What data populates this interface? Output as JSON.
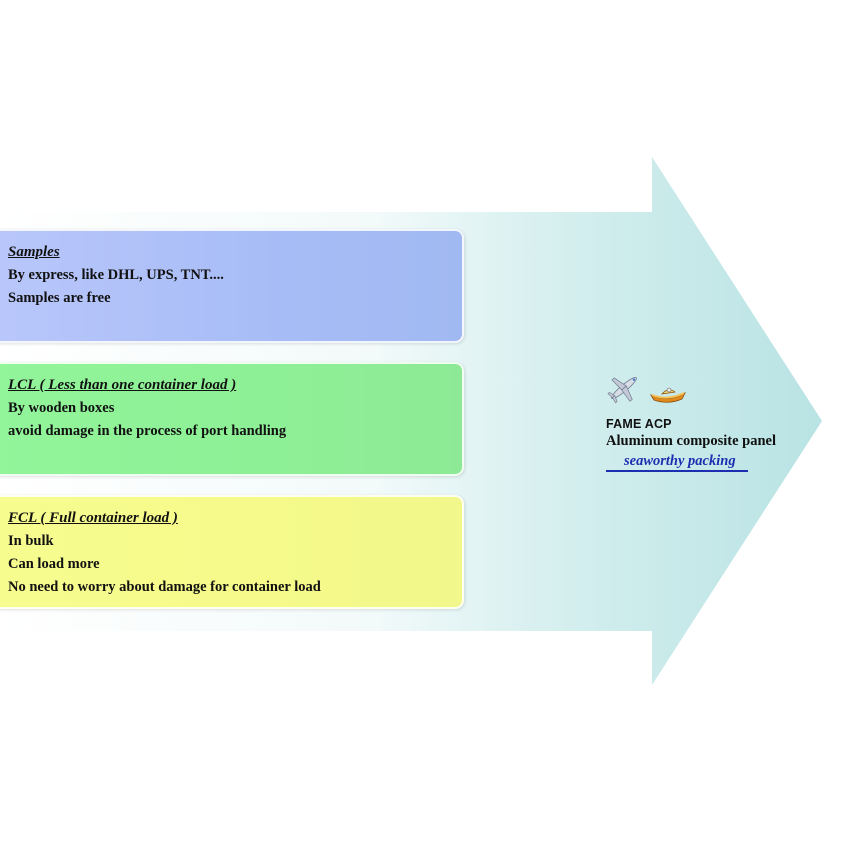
{
  "colors": {
    "arrow": "#bfe6e6",
    "samples_box": "#a7bcf6",
    "lcl_box": "#8ef096",
    "fcl_box": "#f5fa8a",
    "link": "#1c2fb0"
  },
  "panels": [
    {
      "title": "Samples",
      "lines": [
        "By express, like DHL, UPS, TNT....",
        "Samples are free"
      ]
    },
    {
      "title": "LCL ( Less than one container load )",
      "lines": [
        "By wooden boxes",
        "avoid damage in the process of port handling"
      ]
    },
    {
      "title": "FCL ( Full container load )",
      "lines": [
        "In bulk",
        "Can load more",
        "No need to worry about damage for container load"
      ]
    }
  ],
  "arrow_label": {
    "icons": [
      "airplane-icon",
      "boat-icon"
    ],
    "brand": "FAME ACP",
    "product": "Aluminum  composite panel",
    "packing": "seaworthy packing"
  }
}
